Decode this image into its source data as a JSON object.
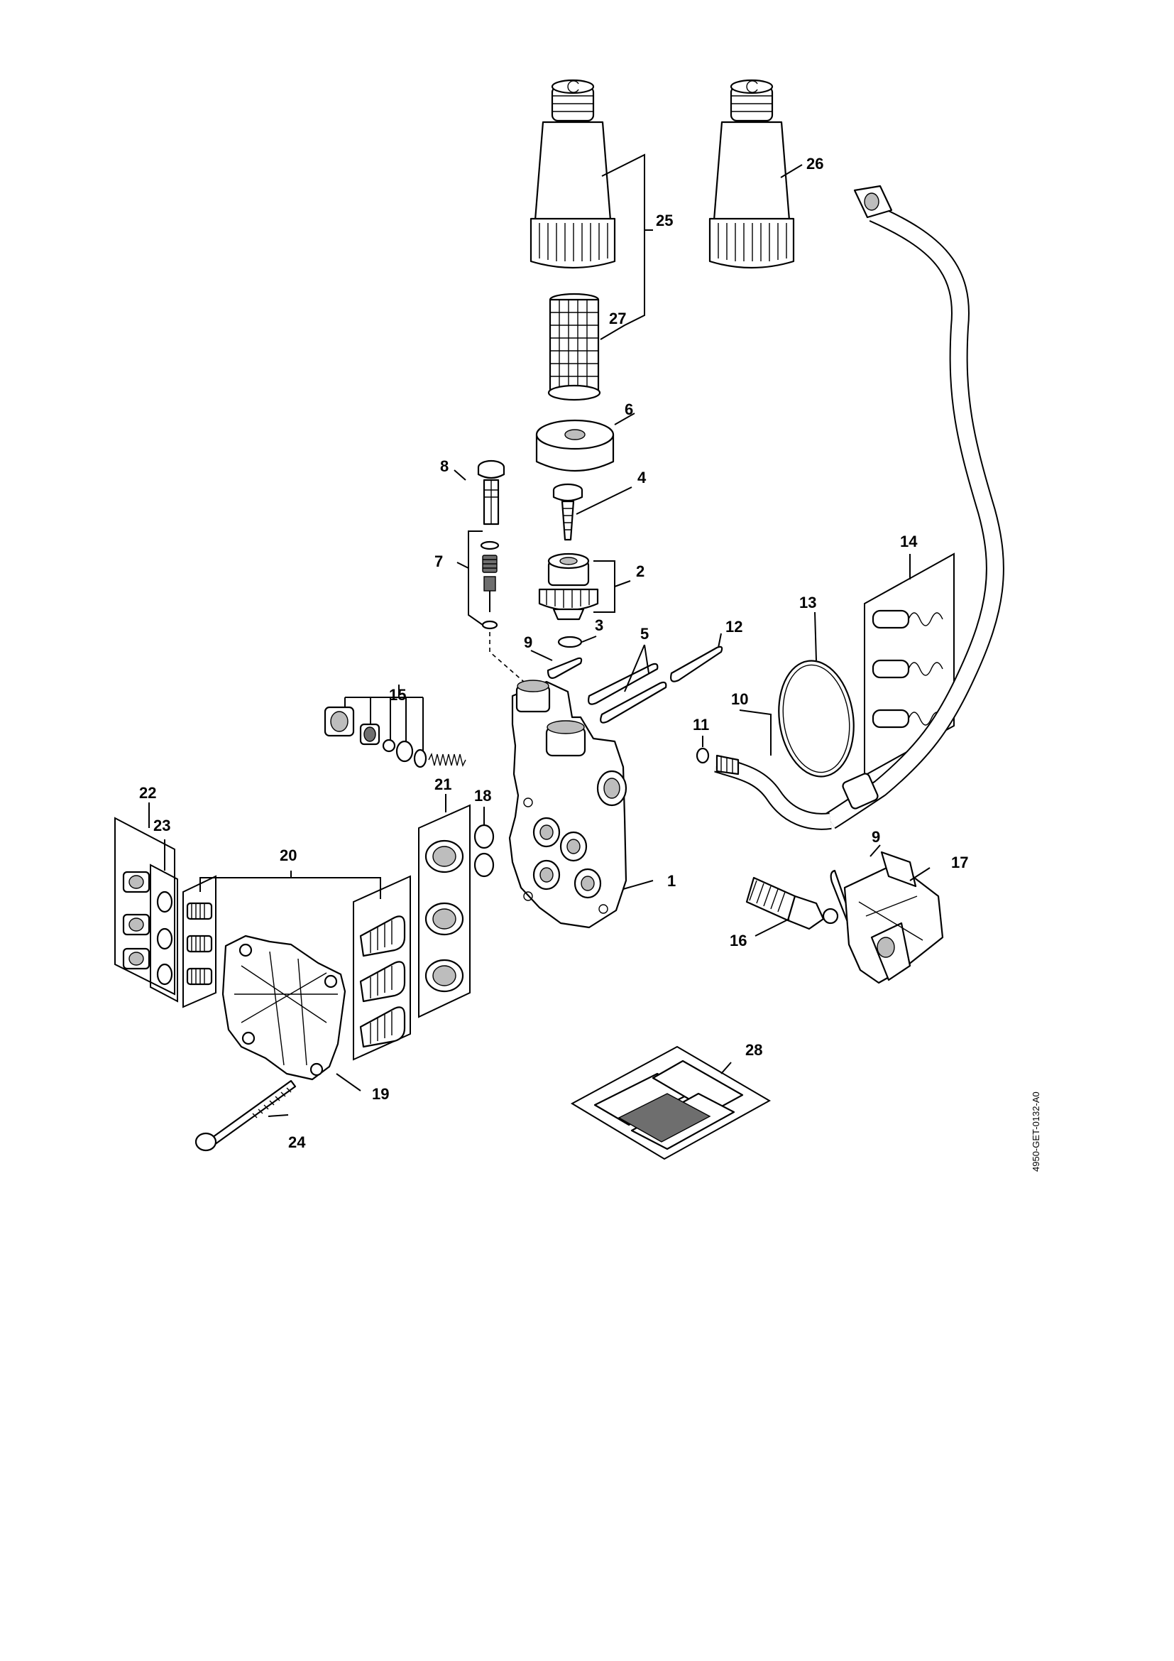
{
  "diagram": {
    "doc_ref": "4950-GET-0132-A0",
    "callouts": {
      "c1": "1",
      "c2": "2",
      "c3": "3",
      "c4": "4",
      "c5": "5",
      "c6": "6",
      "c7": "7",
      "c8": "8",
      "c9a": "9",
      "c9b": "9",
      "c10": "10",
      "c11": "11",
      "c12": "12",
      "c13": "13",
      "c14": "14",
      "c15": "15",
      "c16": "16",
      "c17": "17",
      "c18": "18",
      "c19": "19",
      "c20": "20",
      "c21": "21",
      "c22": "22",
      "c23": "23",
      "c24": "24",
      "c25": "25",
      "c26": "26",
      "c27": "27",
      "c28": "28"
    }
  }
}
